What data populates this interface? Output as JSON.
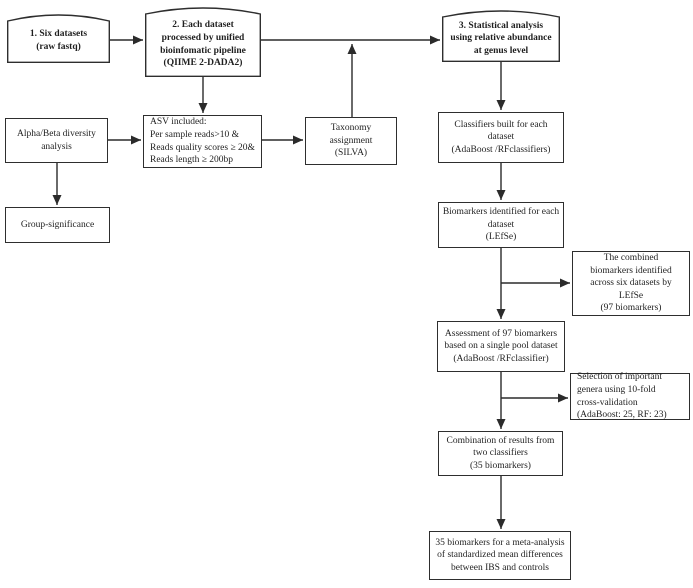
{
  "diagram": {
    "background_color": "#ffffff",
    "line_color": "#2b2b2b",
    "text_color": "#1f1f1f",
    "boxes": {
      "six_datasets": "1. Six datasets\n(raw fastq)",
      "pipeline": "2. Each dataset\nprocessed by unified\nbioinfomatic pipeline\n(QIIME 2-DADA2)",
      "statistical_analysis": "3. Statistical analysis\nusing relative abundance\nat genus level",
      "alpha_beta": "Alpha/Beta diversity\nanalysis",
      "asv_included": "ASV included:\nPer sample reads>10 &\nReads quality scores ≥ 20&\nReads length ≥ 200bp",
      "taxonomy": "Taxonomy\nassignment\n(SILVA)",
      "group_significance": "Group-significance",
      "classifiers_built": "Classifiers built for each\ndataset\n(AdaBoost /RFclassifiers)",
      "biomarkers_identified": "Biomarkers identified for each\ndataset\n(LEfSe)",
      "combined_biomarkers": "The combined\nbiomarkers identified\nacross six datasets by\nLEfSe\n(97 biomarkers)",
      "assessment": "Assessment of 97 biomarkers\nbased on a single pool dataset\n(AdaBoost /RFclassifier)",
      "selection": "Selection of important\ngenera using 10-fold\ncross-validation\n(AdaBoost: 25, RF: 23)",
      "combination": "Combination of results from\ntwo classifiers\n(35 biomarkers)",
      "meta_analysis": "35 biomarkers for a meta-analysis\nof standardized mean differences\nbetween IBS and controls"
    }
  }
}
